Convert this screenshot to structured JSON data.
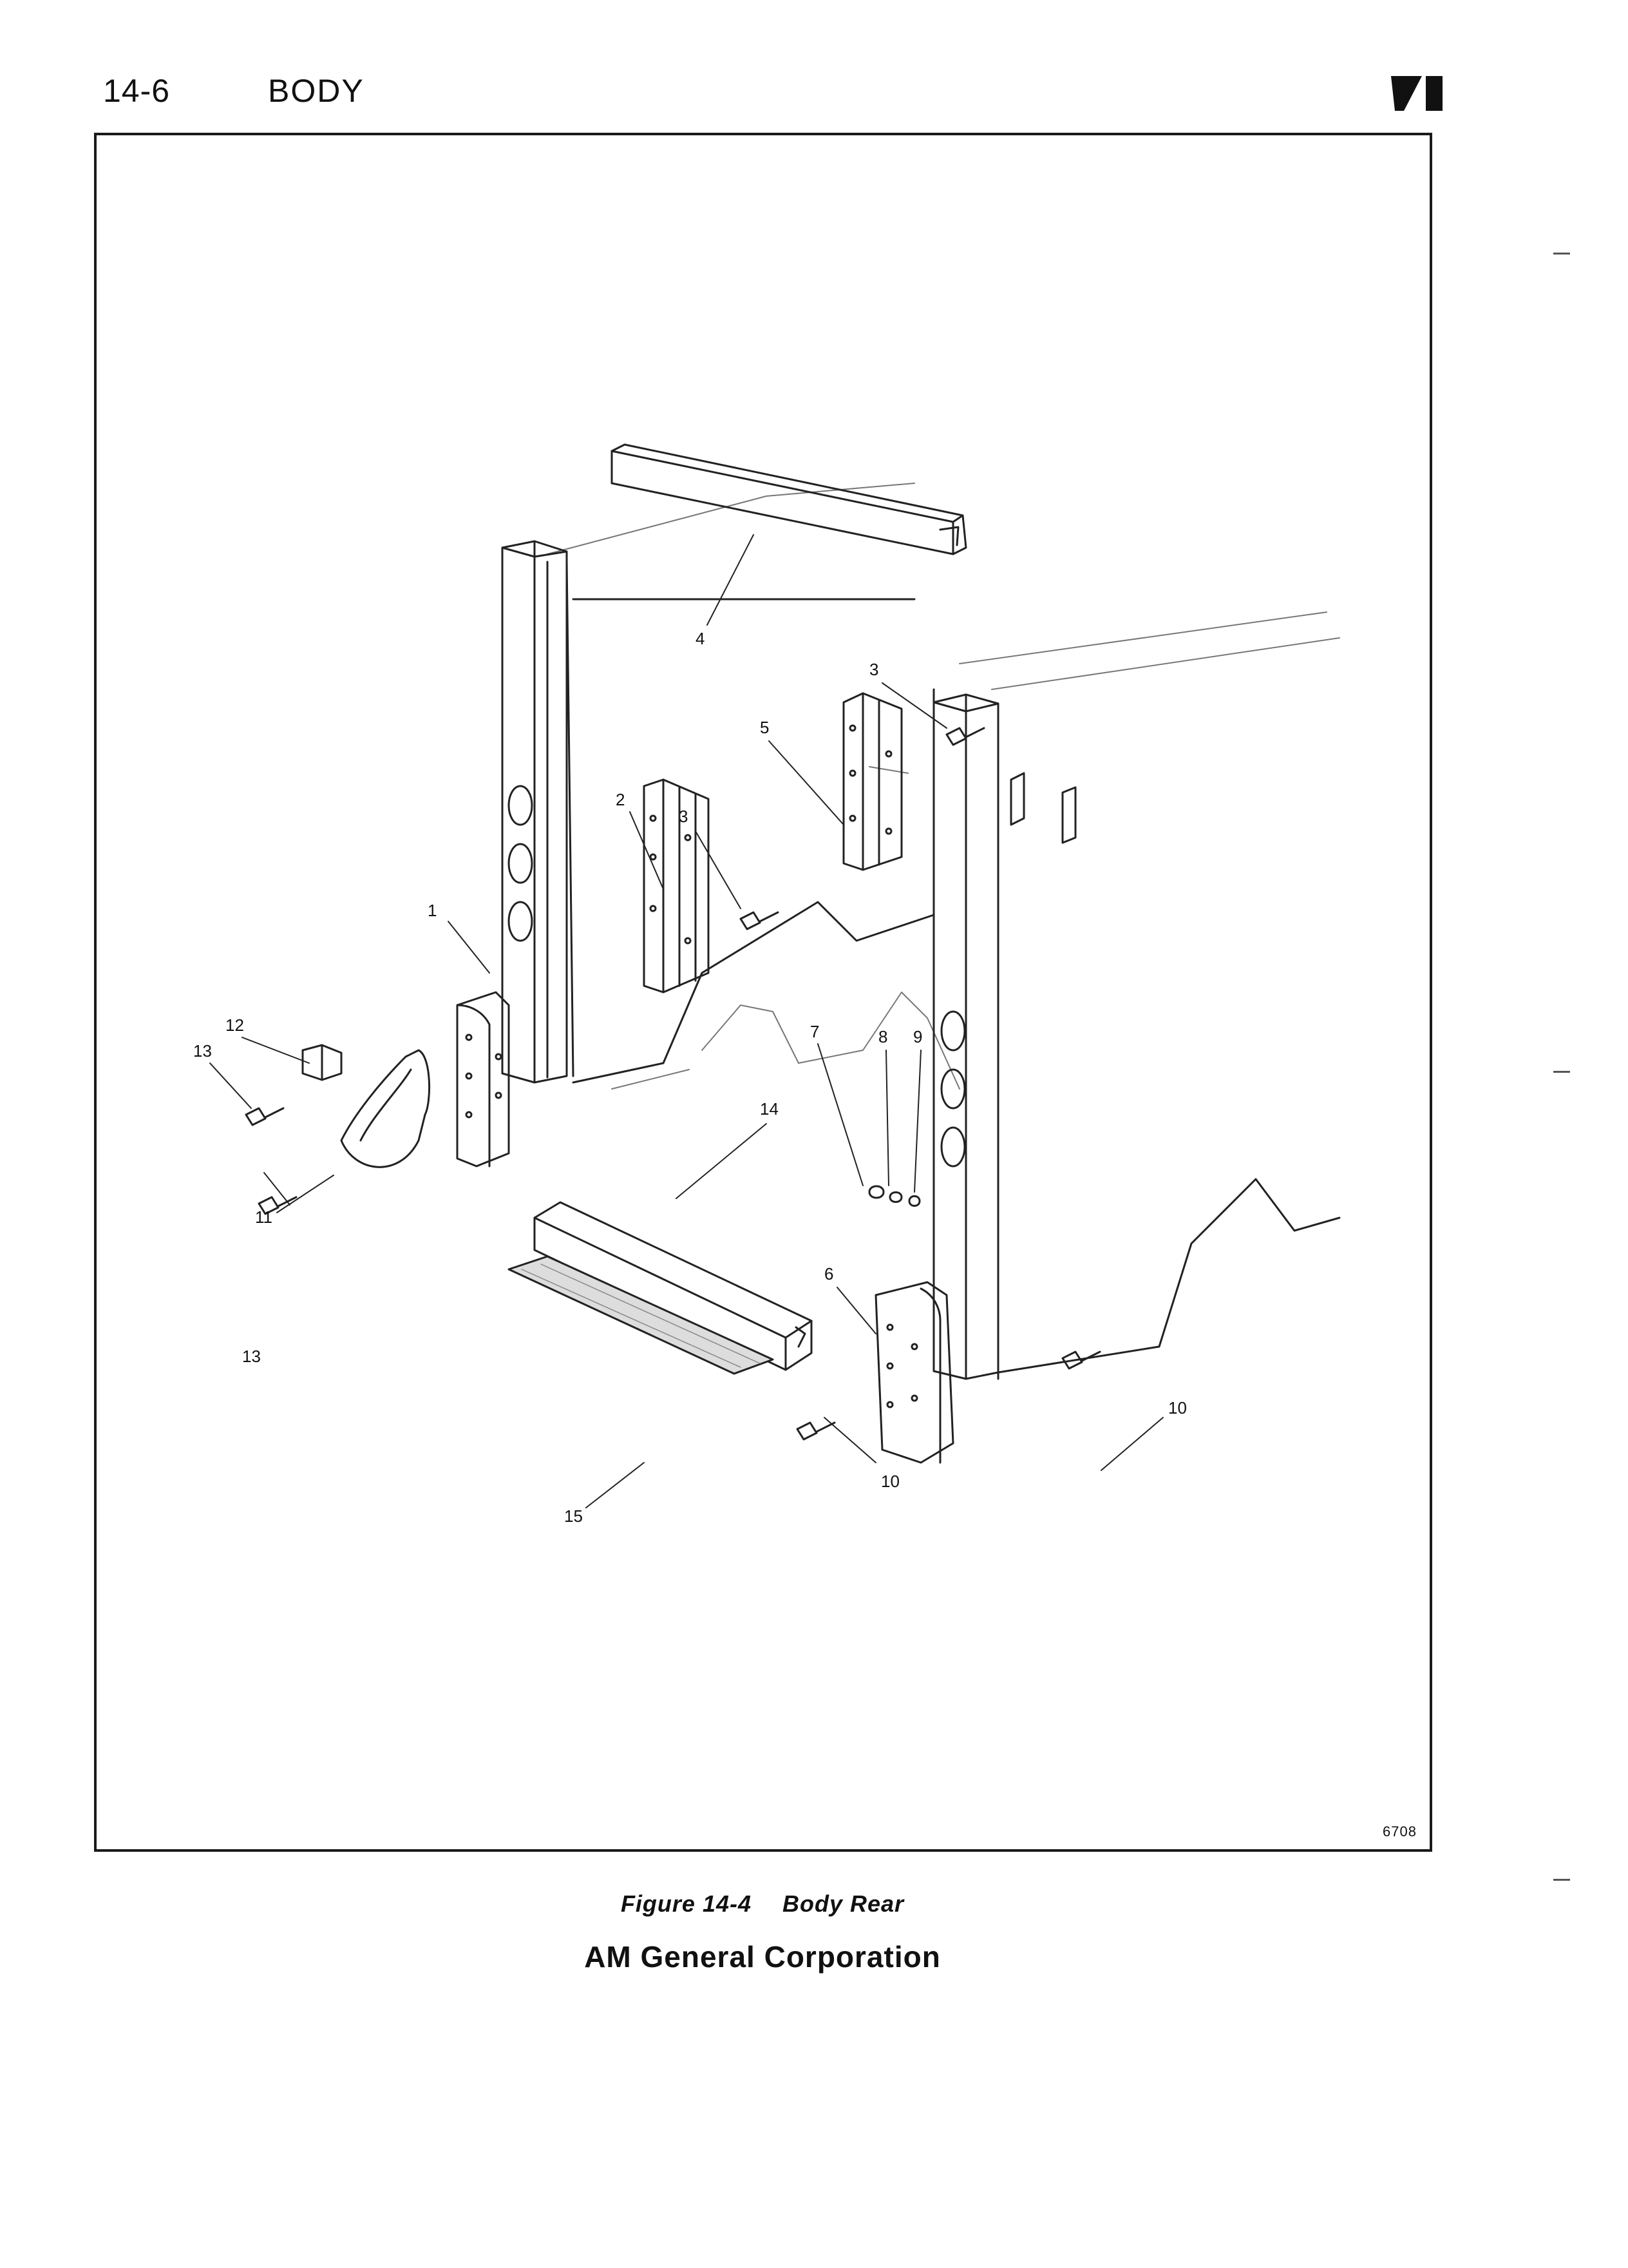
{
  "header": {
    "page_number": "14-6",
    "section_title": "BODY"
  },
  "figure": {
    "drawing_number": "6708",
    "callouts": [
      "1",
      "2",
      "3",
      "3",
      "4",
      "5",
      "6",
      "7",
      "8",
      "9",
      "10",
      "10",
      "11",
      "12",
      "13",
      "13",
      "14",
      "15"
    ],
    "caption_label": "Figure 14-4",
    "caption_title": "Body Rear"
  },
  "footer": {
    "company": "AM General Corporation"
  }
}
